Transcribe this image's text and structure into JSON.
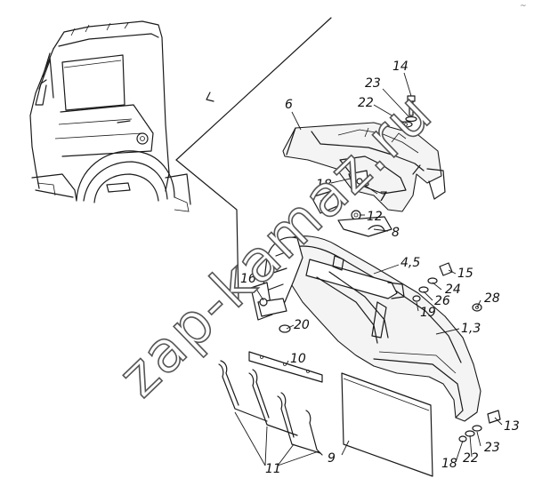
{
  "diagram": {
    "corner_mark": "~",
    "watermark": "zap-kamaz.ru",
    "callouts": {
      "c14": "14",
      "c23a": "23",
      "c22a": "22",
      "c6": "6",
      "c18a": "18",
      "c7": "7",
      "c12": "12",
      "c8": "8",
      "c45": "4,5",
      "c15": "15",
      "c16": "16",
      "c24": "24",
      "c26": "26",
      "c28": "28",
      "c19": "19",
      "c20": "20",
      "c13_": "1,3",
      "c10": "10",
      "c13": "13",
      "c23b": "23",
      "c9": "9",
      "c18b": "18",
      "c22b": "22",
      "c11": "11"
    }
  }
}
